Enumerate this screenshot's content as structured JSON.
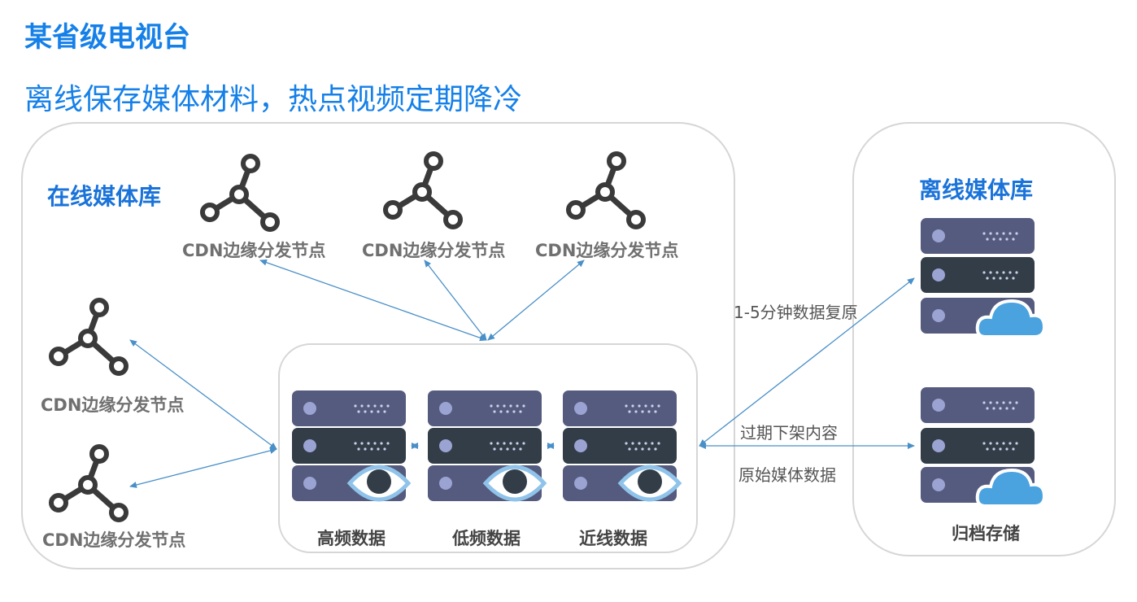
{
  "title": "某省级电视台",
  "subtitle": "离线保存媒体材料，热点视频定期降冷",
  "online_library": {
    "label": "在线媒体库",
    "cdn_nodes": [
      {
        "label": "CDN边缘分发节点"
      },
      {
        "label": "CDN边缘分发节点"
      },
      {
        "label": "CDN边缘分发节点"
      },
      {
        "label": "CDN边缘分发节点"
      },
      {
        "label": "CDN边缘分发节点"
      }
    ],
    "tiers": [
      {
        "label": "高频数据"
      },
      {
        "label": "低频数据"
      },
      {
        "label": "近线数据"
      }
    ]
  },
  "offline_library": {
    "label": "离线媒体库",
    "archive_label": "归档存储"
  },
  "edges": {
    "restore": "1-5分钟数据复原",
    "expire": "过期下架内容",
    "original": "原始媒体数据"
  },
  "colors": {
    "accent": "#1580e8",
    "arrow": "#4a90c8",
    "server_light": "#555b7e",
    "server_dark": "#333d48",
    "node_icon": "#3a3a3a",
    "cloud": "#4aa3df"
  }
}
